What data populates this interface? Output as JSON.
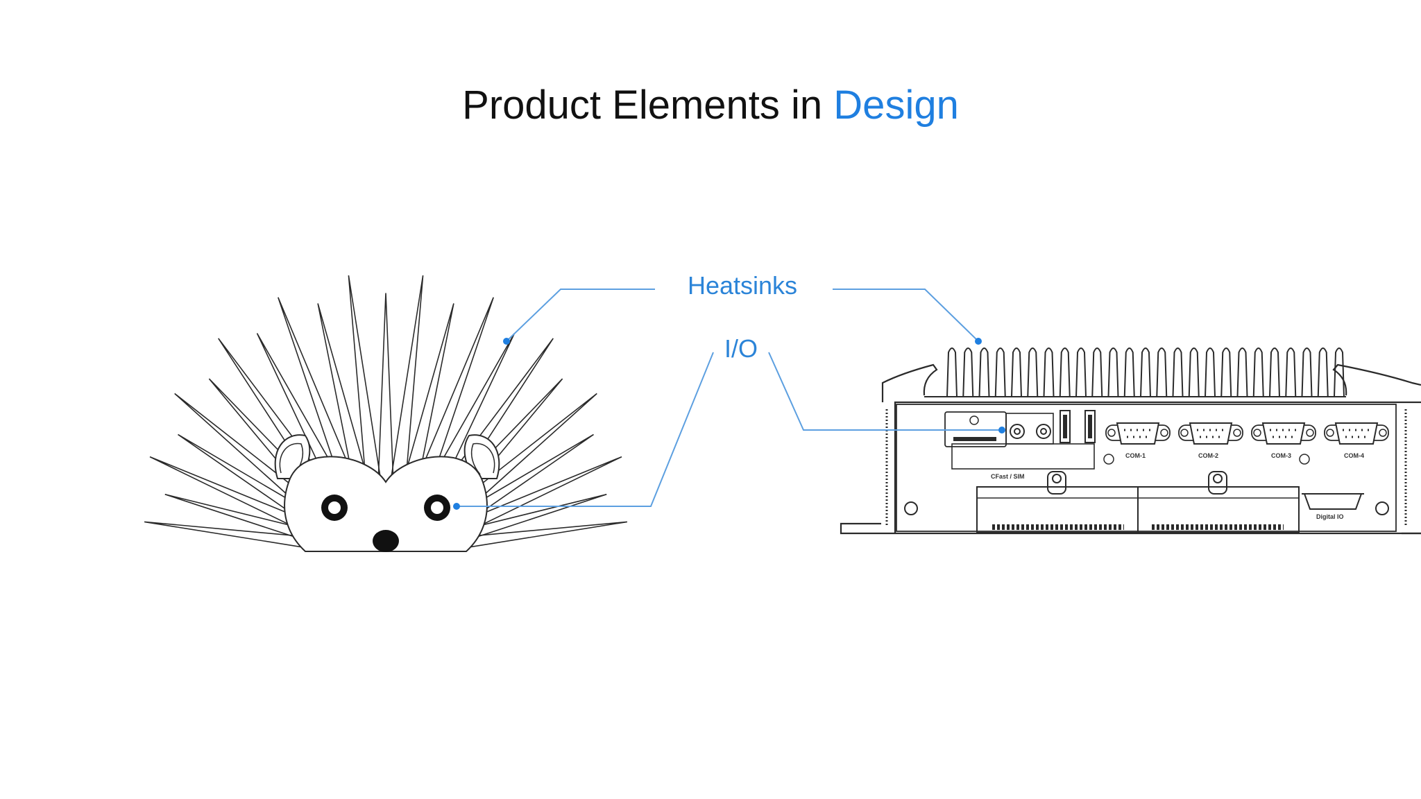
{
  "title": {
    "main": "Product Elements in",
    "accent": "Design"
  },
  "callouts": {
    "heatsinks": "Heatsinks",
    "io": "I/O"
  },
  "device_labels": {
    "com1": "COM-1",
    "com2": "COM-2",
    "com3": "COM-3",
    "com4": "COM-4",
    "cfast": "CFast / SIM",
    "digital_io": "Digital IO"
  },
  "colors": {
    "accent": "#1f7fe0",
    "callout": "#2b84d8",
    "line": "#5c9fe0",
    "drawing": "#222222"
  }
}
